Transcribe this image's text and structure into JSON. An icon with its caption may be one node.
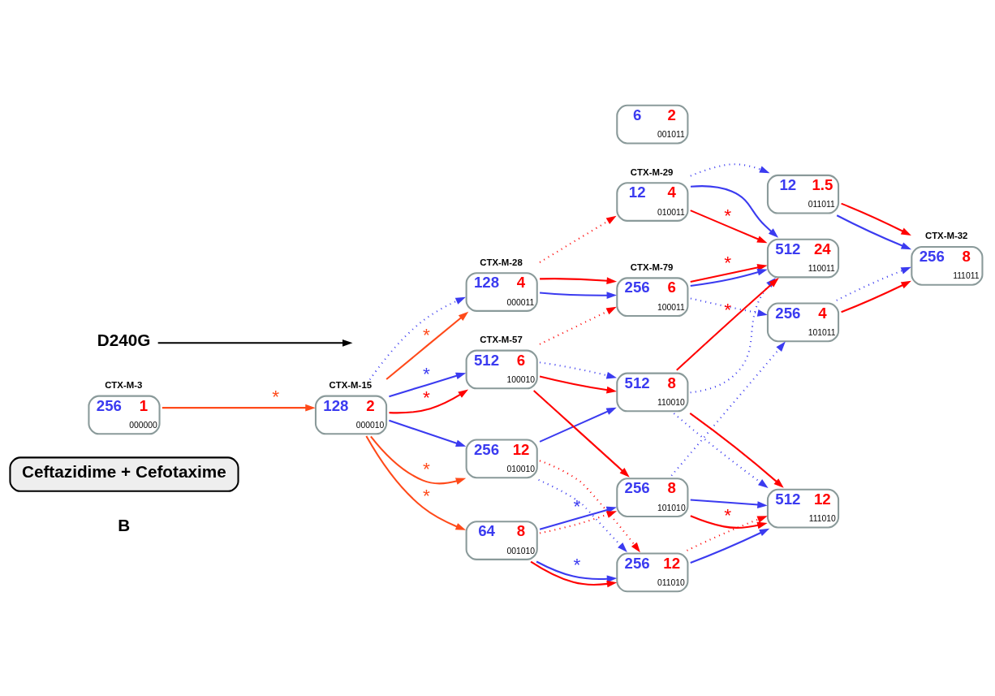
{
  "diagram": {
    "nodes": [
      {
        "text": [
          "Ceftazidime + Cefotaxime"
        ]
      },
      {
        "text": [
          "CTX-M-3",
          "256",
          "1",
          "000000"
        ]
      },
      {
        "text": [
          "CTX-M-15",
          "128",
          "2",
          "000010"
        ]
      },
      {
        "text": [
          "CTX-M-28",
          "128",
          "4",
          "000011"
        ]
      },
      {
        "text": [
          "64",
          "8",
          "001010"
        ]
      },
      {
        "text": [
          "256",
          "12",
          "010010"
        ]
      },
      {
        "text": [
          "CTX-M-57",
          "512",
          "6",
          "100010"
        ]
      },
      {
        "text": [
          "6",
          "2",
          "001011"
        ]
      },
      {
        "text": [
          "CTX-M-29",
          "12",
          "4",
          "010011"
        ]
      },
      {
        "text": [
          "256",
          "12",
          "011010"
        ]
      },
      {
        "text": [
          "CTX-M-79",
          "256",
          "6",
          "100011"
        ]
      },
      {
        "text": [
          "256",
          "8",
          "101010"
        ]
      },
      {
        "text": [
          "512",
          "8",
          "110010"
        ]
      },
      {
        "text": [
          "12",
          "1.5",
          "011011"
        ]
      },
      {
        "text": [
          "256",
          "4",
          "101011"
        ]
      },
      {
        "text": [
          "512",
          "24",
          "110011"
        ]
      },
      {
        "text": [
          "512",
          "12",
          "111010"
        ]
      },
      {
        "text": [
          "CTX-M-32",
          "256",
          "8",
          "111011"
        ]
      },
      {
        "text": [
          "D240G"
        ]
      }
    ],
    "edges": [
      {
        "from": 18,
        "to": null,
        "arrow": "to",
        "color": "#000000"
      },
      {
        "from": 1,
        "to": 2,
        "arrow": "to",
        "label": "*",
        "color": "#ff4a1a"
      },
      {
        "from": 2,
        "to": 3,
        "arrow": "to",
        "label": "*",
        "color": "#ff4a1a"
      },
      {
        "from": 2,
        "to": 3,
        "arrow": "to",
        "style": "dashed",
        "color": "#3b3bf0"
      },
      {
        "from": 2,
        "to": 4,
        "arrow": "to",
        "label": "*",
        "color": "#ff4a1a"
      },
      {
        "from": 2,
        "to": 5,
        "arrow": "to",
        "label": "*",
        "color": "#ff4a1a"
      },
      {
        "from": 2,
        "to": 5,
        "arrow": "to",
        "color": "#3b3bf0"
      },
      {
        "from": 2,
        "to": 6,
        "arrow": "to",
        "label": "*",
        "color": "#ff0000"
      },
      {
        "from": 2,
        "to": 6,
        "arrow": "to",
        "label": "*",
        "color": "#3b3bf0"
      },
      {
        "from": 3,
        "to": 8,
        "arrow": "to",
        "style": "dashed",
        "color": "#ff0000"
      },
      {
        "from": 3,
        "to": 10,
        "arrow": "to",
        "color": "#3b3bf0"
      },
      {
        "from": 3,
        "to": 10,
        "arrow": "to",
        "color": "#ff0000"
      },
      {
        "from": 4,
        "to": 9,
        "arrow": "to",
        "label": "*",
        "color": "#3b3bf0"
      },
      {
        "from": 4,
        "to": 9,
        "arrow": "to",
        "color": "#ff0000"
      },
      {
        "from": 4,
        "to": 11,
        "arrow": "to",
        "label": "*",
        "color": "#3b3bf0"
      },
      {
        "from": 4,
        "to": 11,
        "arrow": "to",
        "style": "dashed",
        "color": "#ff0000"
      },
      {
        "from": 5,
        "to": 9,
        "arrow": "to",
        "style": "dashed",
        "color": "#3b3bf0"
      },
      {
        "from": 5,
        "to": 9,
        "arrow": "to",
        "style": "dashed",
        "color": "#ff0000"
      },
      {
        "from": 5,
        "to": 12,
        "arrow": "to",
        "color": "#3b3bf0"
      },
      {
        "from": 6,
        "to": 10,
        "arrow": "to",
        "style": "dashed",
        "color": "#ff0000"
      },
      {
        "from": 6,
        "to": 11,
        "arrow": "to",
        "color": "#ff0000"
      },
      {
        "from": 6,
        "to": 12,
        "arrow": "to",
        "color": "#ff0000"
      },
      {
        "from": 6,
        "to": 12,
        "arrow": "to",
        "style": "dashed",
        "color": "#3b3bf0"
      },
      {
        "from": 8,
        "to": 13,
        "arrow": "to",
        "style": "dashed",
        "color": "#3b3bf0"
      },
      {
        "from": 8,
        "to": 15,
        "arrow": "to",
        "color": "#3b3bf0"
      },
      {
        "from": 8,
        "to": 15,
        "arrow": "to",
        "label": "*",
        "color": "#ff0000"
      },
      {
        "from": 9,
        "to": 16,
        "arrow": "to",
        "color": "#3b3bf0"
      },
      {
        "from": 9,
        "to": 16,
        "arrow": "to",
        "style": "dashed",
        "color": "#ff0000"
      },
      {
        "from": 10,
        "to": 14,
        "arrow": "to",
        "style": "dashed",
        "color": "#3b3bf0"
      },
      {
        "from": 10,
        "to": 15,
        "arrow": "to",
        "label": "*",
        "color": "#ff0000"
      },
      {
        "from": 10,
        "to": 15,
        "arrow": "to",
        "color": "#3b3bf0"
      },
      {
        "from": 11,
        "to": 14,
        "arrow": "to",
        "style": "dashed",
        "color": "#3b3bf0"
      },
      {
        "from": 11,
        "to": 16,
        "arrow": "to",
        "label": "*",
        "color": "#ff0000"
      },
      {
        "from": 11,
        "to": 16,
        "arrow": "to",
        "color": "#3b3bf0"
      },
      {
        "from": 12,
        "to": 15,
        "arrow": "to",
        "style": "dashed",
        "color": "#3b3bf0"
      },
      {
        "from": 12,
        "to": 15,
        "arrow": "to",
        "label": "*",
        "color": "#ff0000"
      },
      {
        "from": 12,
        "to": 16,
        "arrow": "to",
        "style": "dashed",
        "color": "#3b3bf0"
      },
      {
        "from": 12,
        "to": 16,
        "arrow": "to",
        "color": "#ff0000"
      },
      {
        "from": 13,
        "to": 17,
        "arrow": "to",
        "color": "#3b3bf0"
      },
      {
        "from": 13,
        "to": 17,
        "arrow": "to",
        "color": "#ff0000"
      },
      {
        "from": 14,
        "to": 17,
        "arrow": "to",
        "color": "#ff0000"
      },
      {
        "from": 14,
        "to": 17,
        "arrow": "to",
        "style": "dashed",
        "color": "#3b3bf0"
      }
    ],
    "labels": [
      "B"
    ]
  }
}
